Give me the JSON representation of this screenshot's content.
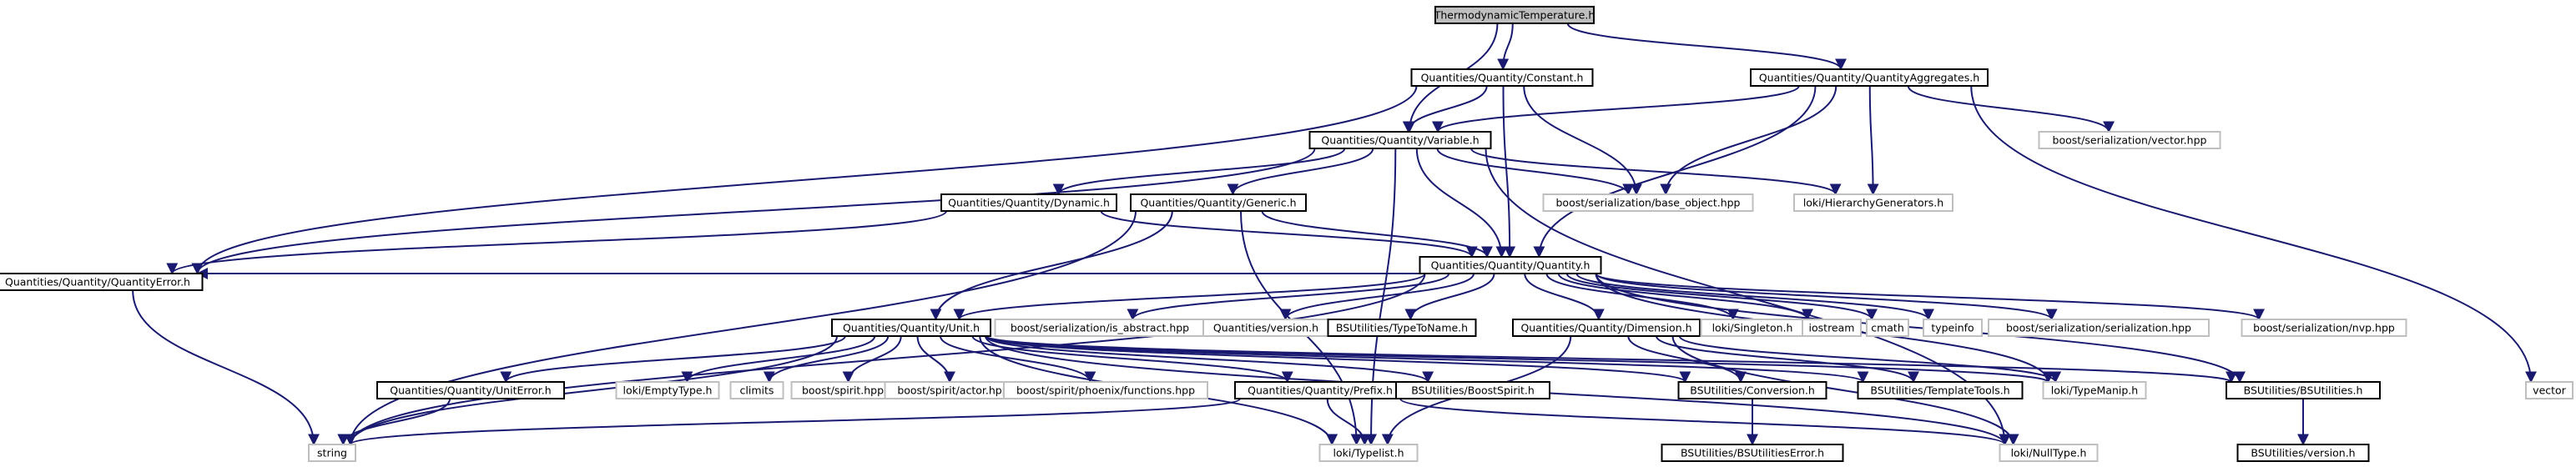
{
  "graph": {
    "colors": {
      "edge": "#191970",
      "root_fill": "#bfbfbf",
      "local_border": "#000000",
      "external_border": "#bfbfbf"
    },
    "nodes": [
      {
        "id": "root",
        "label": "ThermodynamicTemperature.h",
        "kind": "root"
      },
      {
        "id": "constant",
        "label": "Quantities/Quantity/Constant.h",
        "kind": "local"
      },
      {
        "id": "aggregates",
        "label": "Quantities/Quantity/QuantityAggregates.h",
        "kind": "local"
      },
      {
        "id": "variable",
        "label": "Quantities/Quantity/Variable.h",
        "kind": "local"
      },
      {
        "id": "ser_vector",
        "label": "boost/serialization/vector.hpp",
        "kind": "ext"
      },
      {
        "id": "dynamic",
        "label": "Quantities/Quantity/Dynamic.h",
        "kind": "local"
      },
      {
        "id": "generic",
        "label": "Quantities/Quantity/Generic.h",
        "kind": "local"
      },
      {
        "id": "base_object",
        "label": "boost/serialization/base_object.hpp",
        "kind": "ext"
      },
      {
        "id": "hiergen",
        "label": "loki/HierarchyGenerators.h",
        "kind": "ext"
      },
      {
        "id": "quantity",
        "label": "Quantities/Quantity/Quantity.h",
        "kind": "local"
      },
      {
        "id": "qerror",
        "label": "Quantities/Quantity/QuantityError.h",
        "kind": "local"
      },
      {
        "id": "unit",
        "label": "Quantities/Quantity/Unit.h",
        "kind": "local"
      },
      {
        "id": "is_abstract",
        "label": "boost/serialization/is_abstract.hpp",
        "kind": "ext"
      },
      {
        "id": "qversion",
        "label": "Quantities/version.h",
        "kind": "ext"
      },
      {
        "id": "typetoname",
        "label": "BSUtilities/TypeToName.h",
        "kind": "local"
      },
      {
        "id": "dimension",
        "label": "Quantities/Quantity/Dimension.h",
        "kind": "local"
      },
      {
        "id": "singleton",
        "label": "loki/Singleton.h",
        "kind": "ext"
      },
      {
        "id": "iostream",
        "label": "iostream",
        "kind": "ext"
      },
      {
        "id": "cmath",
        "label": "cmath",
        "kind": "ext"
      },
      {
        "id": "typeinfo",
        "label": "typeinfo",
        "kind": "ext"
      },
      {
        "id": "ser_serialization",
        "label": "boost/serialization/serialization.hpp",
        "kind": "ext"
      },
      {
        "id": "ser_nvp",
        "label": "boost/serialization/nvp.hpp",
        "kind": "ext"
      },
      {
        "id": "uniterror",
        "label": "Quantities/Quantity/UnitError.h",
        "kind": "local"
      },
      {
        "id": "emptytype",
        "label": "loki/EmptyType.h",
        "kind": "ext"
      },
      {
        "id": "climits",
        "label": "climits",
        "kind": "ext"
      },
      {
        "id": "spirit",
        "label": "boost/spirit.hpp",
        "kind": "ext"
      },
      {
        "id": "spirit_actor",
        "label": "boost/spirit/actor.hpp",
        "kind": "ext"
      },
      {
        "id": "phoenix",
        "label": "boost/spirit/phoenix/functions.hpp",
        "kind": "ext"
      },
      {
        "id": "prefix",
        "label": "Quantities/Quantity/Prefix.h",
        "kind": "local"
      },
      {
        "id": "bsspirit",
        "label": "BSUtilities/BoostSpirit.h",
        "kind": "local"
      },
      {
        "id": "conversion",
        "label": "BSUtilities/Conversion.h",
        "kind": "local"
      },
      {
        "id": "templatetools",
        "label": "BSUtilities/TemplateTools.h",
        "kind": "local"
      },
      {
        "id": "typemanip",
        "label": "loki/TypeManip.h",
        "kind": "ext"
      },
      {
        "id": "bsutilities",
        "label": "BSUtilities/BSUtilities.h",
        "kind": "local"
      },
      {
        "id": "vector",
        "label": "vector",
        "kind": "ext"
      },
      {
        "id": "string",
        "label": "string",
        "kind": "ext"
      },
      {
        "id": "typelist",
        "label": "loki/Typelist.h",
        "kind": "ext"
      },
      {
        "id": "bsutilerror",
        "label": "BSUtilities/BSUtilitiesError.h",
        "kind": "local"
      },
      {
        "id": "nulltype",
        "label": "loki/NullType.h",
        "kind": "ext"
      },
      {
        "id": "bsversion",
        "label": "BSUtilities/version.h",
        "kind": "local"
      }
    ],
    "edges": [
      [
        "root",
        "constant"
      ],
      [
        "root",
        "aggregates"
      ],
      [
        "root",
        "variable"
      ],
      [
        "constant",
        "variable"
      ],
      [
        "constant",
        "base_object"
      ],
      [
        "constant",
        "quantity"
      ],
      [
        "constant",
        "qerror"
      ],
      [
        "aggregates",
        "variable"
      ],
      [
        "aggregates",
        "base_object"
      ],
      [
        "aggregates",
        "hiergen"
      ],
      [
        "aggregates",
        "ser_vector"
      ],
      [
        "aggregates",
        "quantity"
      ],
      [
        "aggregates",
        "vector"
      ],
      [
        "variable",
        "dynamic"
      ],
      [
        "variable",
        "generic"
      ],
      [
        "variable",
        "base_object"
      ],
      [
        "variable",
        "hiergen"
      ],
      [
        "variable",
        "quantity"
      ],
      [
        "variable",
        "qerror"
      ],
      [
        "variable",
        "typelist"
      ],
      [
        "variable",
        "nulltype"
      ],
      [
        "dynamic",
        "quantity"
      ],
      [
        "dynamic",
        "qerror"
      ],
      [
        "generic",
        "quantity"
      ],
      [
        "generic",
        "unit"
      ],
      [
        "generic",
        "string"
      ],
      [
        "generic",
        "typelist"
      ],
      [
        "quantity",
        "qerror"
      ],
      [
        "quantity",
        "unit"
      ],
      [
        "quantity",
        "is_abstract"
      ],
      [
        "quantity",
        "qversion"
      ],
      [
        "quantity",
        "typetoname"
      ],
      [
        "quantity",
        "dimension"
      ],
      [
        "quantity",
        "singleton"
      ],
      [
        "quantity",
        "iostream"
      ],
      [
        "quantity",
        "cmath"
      ],
      [
        "quantity",
        "typeinfo"
      ],
      [
        "quantity",
        "ser_serialization"
      ],
      [
        "quantity",
        "ser_nvp"
      ],
      [
        "quantity",
        "bsutilities"
      ],
      [
        "quantity",
        "string"
      ],
      [
        "quantity",
        "typemanip"
      ],
      [
        "qerror",
        "string"
      ],
      [
        "unit",
        "uniterror"
      ],
      [
        "unit",
        "emptytype"
      ],
      [
        "unit",
        "climits"
      ],
      [
        "unit",
        "spirit"
      ],
      [
        "unit",
        "spirit_actor"
      ],
      [
        "unit",
        "phoenix"
      ],
      [
        "unit",
        "prefix"
      ],
      [
        "unit",
        "bsspirit"
      ],
      [
        "unit",
        "conversion"
      ],
      [
        "unit",
        "templatetools"
      ],
      [
        "unit",
        "typemanip"
      ],
      [
        "unit",
        "bsutilities"
      ],
      [
        "unit",
        "string"
      ],
      [
        "unit",
        "typelist"
      ],
      [
        "unit",
        "nulltype"
      ],
      [
        "uniterror",
        "string"
      ],
      [
        "prefix",
        "string"
      ],
      [
        "prefix",
        "typelist"
      ],
      [
        "prefix",
        "nulltype"
      ],
      [
        "dimension",
        "conversion"
      ],
      [
        "dimension",
        "templatetools"
      ],
      [
        "dimension",
        "typemanip"
      ],
      [
        "dimension",
        "typelist"
      ],
      [
        "dimension",
        "nulltype"
      ],
      [
        "conversion",
        "bsutilerror"
      ],
      [
        "bsutilities",
        "bsversion"
      ]
    ]
  }
}
